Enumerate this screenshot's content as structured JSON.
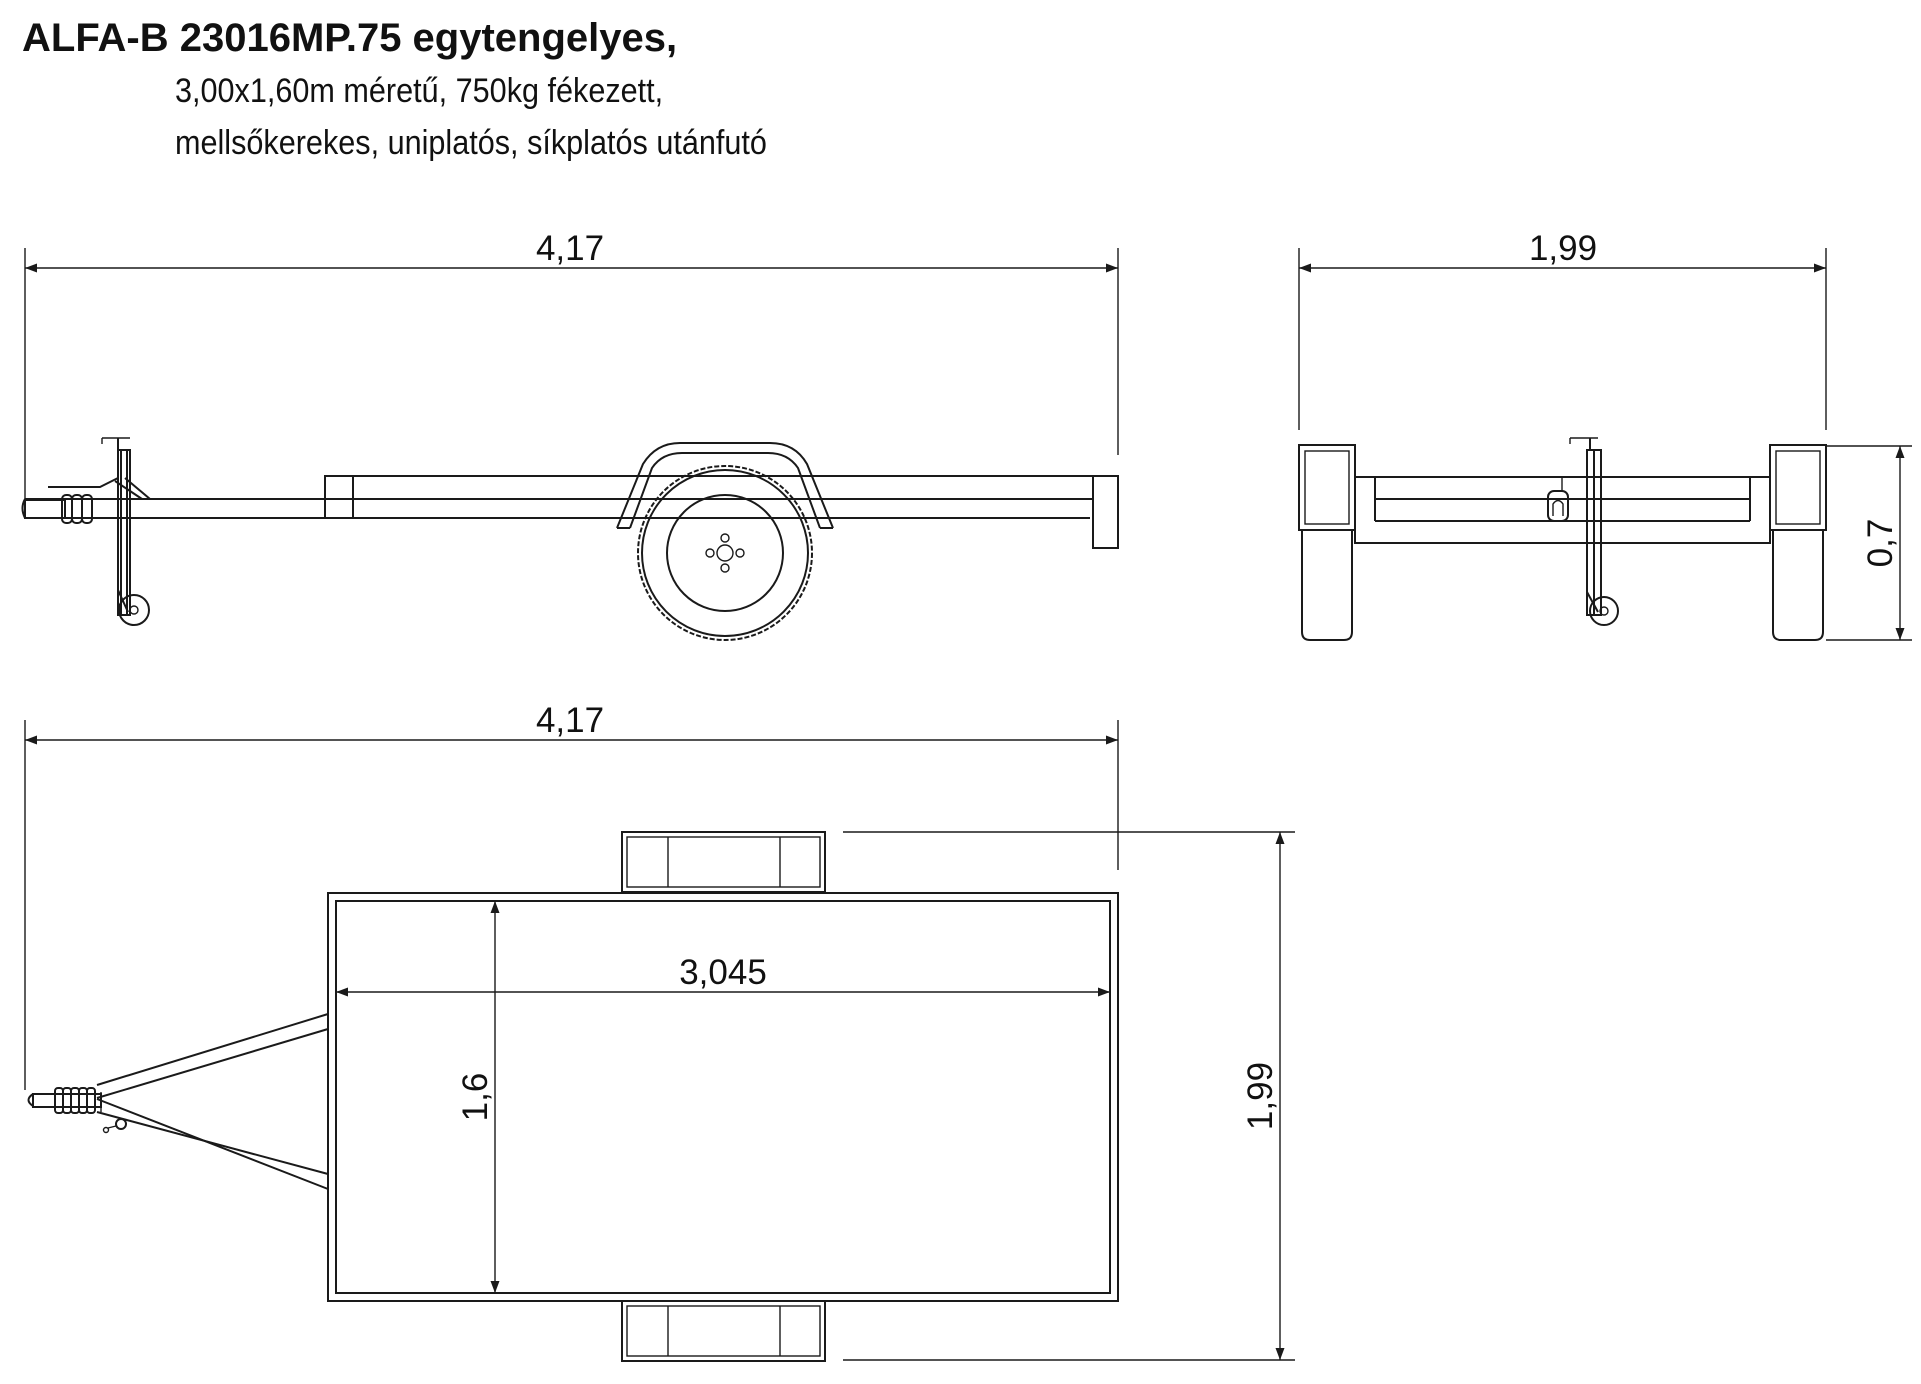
{
  "header": {
    "title": "ALFA-B 23016MP.75 egytengelyes,",
    "line1": "3,00x1,60m méretű, 750kg fékezett,",
    "line2": "mellsőkerekes, uniplatós, síkplatós utánfutó"
  },
  "dimensions": {
    "side_length": "4,17",
    "front_width": "1,99",
    "front_height": "0,7",
    "top_length": "4,17",
    "deck_length": "3,045",
    "deck_width": "1,6",
    "top_width": "1,99"
  }
}
